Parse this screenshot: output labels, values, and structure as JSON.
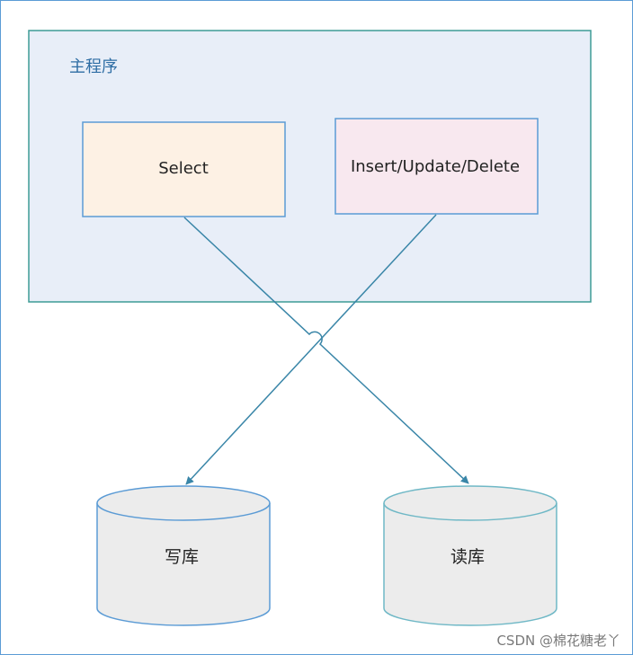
{
  "diagram": {
    "main_program": {
      "label": "主程序"
    },
    "select_box": {
      "label": "Select"
    },
    "write_ops_box": {
      "label": "Insert/Update/Delete"
    },
    "write_db": {
      "label": "写库"
    },
    "read_db": {
      "label": "读库"
    }
  },
  "colors": {
    "container_fill": "#e8eef8",
    "container_border": "#3d9c96",
    "select_fill": "#fdf1e4",
    "write_ops_fill": "#f8e8ef",
    "box_border": "#5b9bd5",
    "connector": "#3a86a8",
    "db_fill": "#ececec",
    "db_border_write": "#5b9bd5",
    "db_border_read": "#6fb8c6",
    "title_text": "#2e6da4"
  },
  "watermark": "CSDN @棉花糖老丫"
}
